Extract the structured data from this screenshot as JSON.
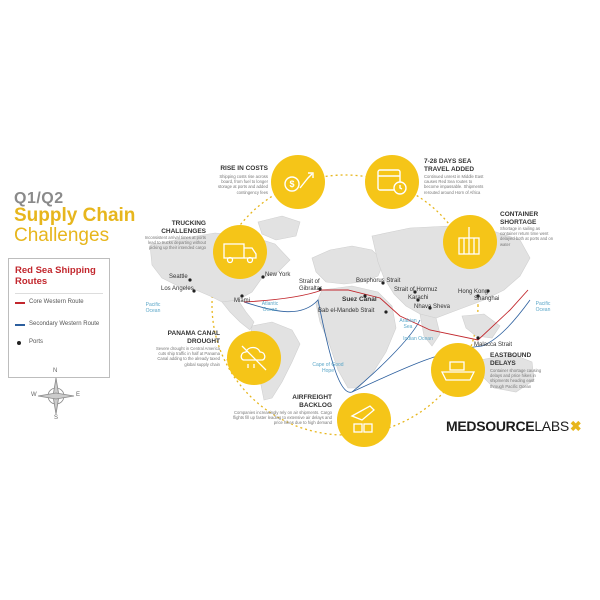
{
  "header": {
    "period": "Q1/Q2",
    "title": "Supply Chain",
    "subtitle": "Challenges"
  },
  "legend": {
    "heading": "Red Sea Shipping Routes",
    "core": "Core Western Route",
    "secondary": "Secondary Western Route",
    "ports": "Ports",
    "core_color": "#c2272d",
    "secondary_color": "#2c5f9e"
  },
  "colors": {
    "accent": "#f5c518",
    "land": "#e0e0e0",
    "land_dark": "#cfcfcf"
  },
  "challenges": [
    {
      "id": "rise",
      "title": "Rise in Costs",
      "body": "Shipping costs rise across board, from fuel to longer storage at ports and added contingency fees",
      "icon": "dollar-growth-icon"
    },
    {
      "id": "sea",
      "title": "7-28 Days Sea Travel Added",
      "body": "Continued unrest in Middle East causes Red Sea routes to become impassable. Shipments rerouted around Horn of Africa",
      "icon": "calendar-clock-icon"
    },
    {
      "id": "container",
      "title": "Container Shortage",
      "body": "Shortage in sailing as container return time went delayed both at ports and on water",
      "icon": "container-crane-icon"
    },
    {
      "id": "eastbound",
      "title": "Eastbound Delays",
      "body": "Container shortage causing delays and price hikes in shipments heading east through Pacific Ocean",
      "icon": "cargo-ship-icon"
    },
    {
      "id": "air",
      "title": "Airfreight Backlog",
      "body": "Companies increasingly rely on air shipments. Cargo flights fill up faster leading to extensive air delays and price hikes due to high demand",
      "icon": "airplane-boxes-icon"
    },
    {
      "id": "panama",
      "title": "Panama Canal Drought",
      "body": "Severe drought in Central America cuts ship traffic in half at Panama Canal adding to the already taxed global supply chain",
      "icon": "drought-cloud-icon"
    },
    {
      "id": "trucking",
      "title": "Trucking Challenges",
      "body": "Inconsistent arrival times at ports lead to trucks departing without picking up their intended cargo",
      "icon": "truck-icon"
    }
  ],
  "ports": [
    "Seattle",
    "Los Angeles",
    "New York",
    "Miami",
    "Strait of Gibraltar",
    "Suez Canal",
    "Bosphorus Strait",
    "Strait of Hormuz",
    "Karachi",
    "Nhava Sheva",
    "Hong Kong",
    "Shanghai",
    "Bab el-Mandeb Strait",
    "Malacca Strait"
  ],
  "oceans": {
    "pacific_left": "Pacific Ocean",
    "atlantic": "Atlantic Ocean",
    "arabian": "Arabian Sea",
    "indian": "Indian Ocean",
    "pacific_right": "Pacific Ocean",
    "cape": "Cape of Good Hope"
  },
  "compass": {
    "n": "N",
    "s": "S",
    "e": "E",
    "w": "W"
  },
  "logo": {
    "main": "MEDSOURCE",
    "labs": "LABS",
    "mark": "✖"
  }
}
